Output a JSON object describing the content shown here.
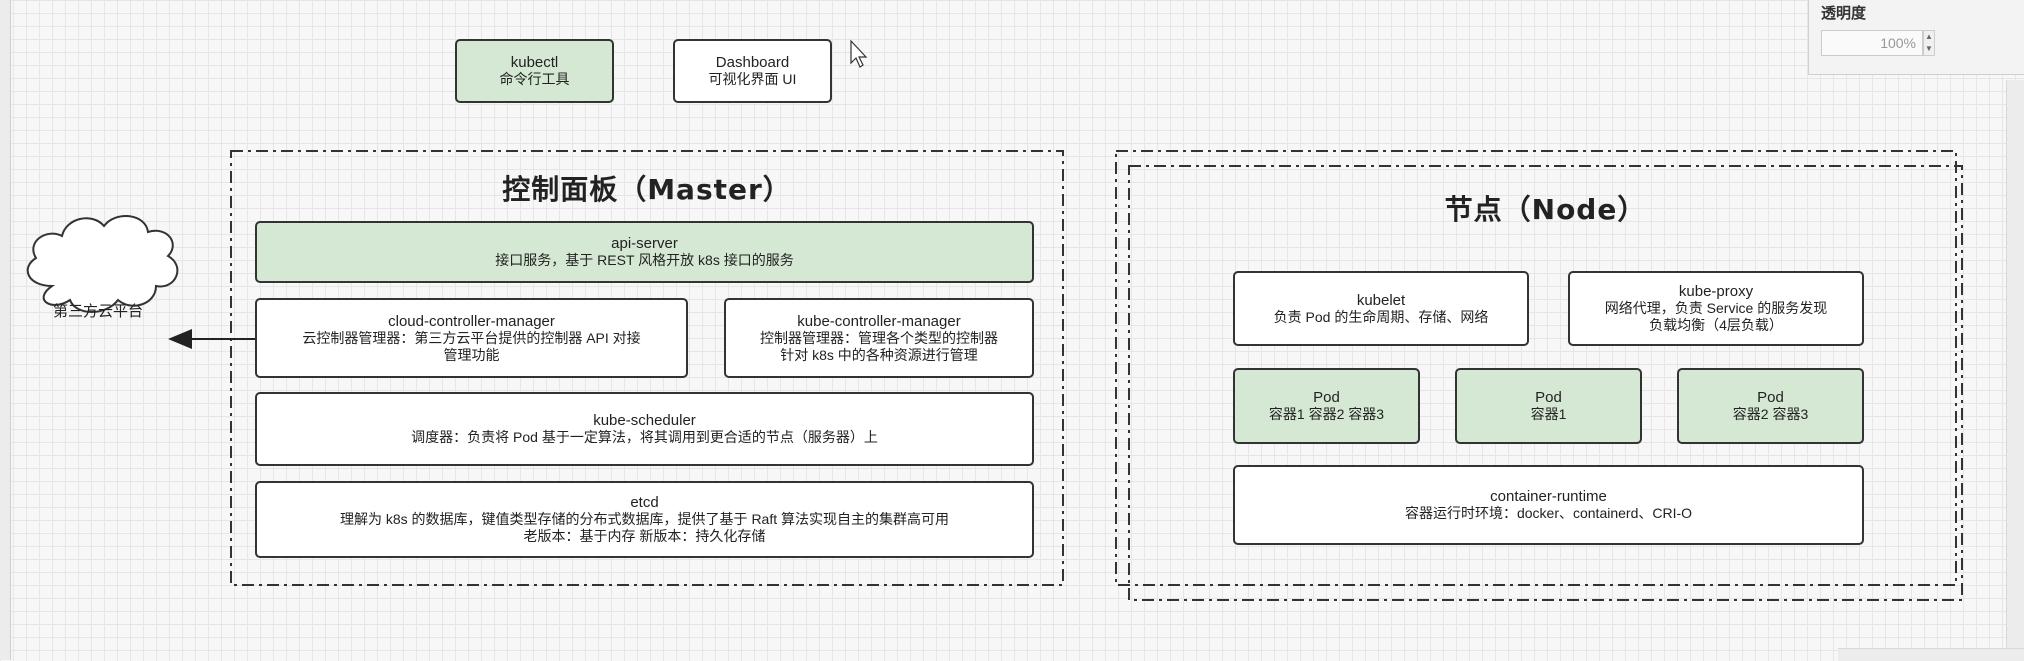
{
  "tools": {
    "kubectl": {
      "title": "kubectl",
      "desc": "命令行工具"
    },
    "dashboard": {
      "title": "Dashboard",
      "desc": "可视化界面 UI"
    }
  },
  "cloud": {
    "label": "第三方云平台"
  },
  "master": {
    "title": "控制面板（Master）",
    "api_server": {
      "title": "api-server",
      "desc": "接口服务，基于 REST 风格开放 k8s 接口的服务"
    },
    "cloud_controller": {
      "title": "cloud-controller-manager",
      "desc": "云控制器管理器：第三方云平台提供的控制器 API 对接\n管理功能"
    },
    "kube_controller": {
      "title": "kube-controller-manager",
      "desc": "控制器管理器：管理各个类型的控制器\n针对 k8s 中的各种资源进行管理"
    },
    "scheduler": {
      "title": "kube-scheduler",
      "desc": "调度器：负责将 Pod 基于一定算法，将其调用到更合适的节点（服务器）上"
    },
    "etcd": {
      "title": "etcd",
      "desc": "理解为 k8s 的数据库，键值类型存储的分布式数据库，提供了基于 Raft 算法实现自主的集群高可用\n老版本：基于内存          新版本：持久化存储"
    }
  },
  "node": {
    "title": "节点（Node）",
    "kubelet": {
      "title": "kubelet",
      "desc": "负责 Pod 的生命周期、存储、网络"
    },
    "kube_proxy": {
      "title": "kube-proxy",
      "desc": "网络代理，负责 Service 的服务发现\n负载均衡（4层负载）"
    },
    "pods": [
      {
        "title": "Pod",
        "desc": "容器1   容器2   容器3"
      },
      {
        "title": "Pod",
        "desc": "容器1"
      },
      {
        "title": "Pod",
        "desc": "容器2   容器3"
      }
    ],
    "runtime": {
      "title": "container-runtime",
      "desc": "容器运行时环境：docker、containerd、CRI-O"
    }
  },
  "format_panel": {
    "label": "透明度",
    "value": "100%"
  },
  "colors": {
    "green_fill": "#d5e8d4",
    "border": "#333333",
    "canvas": "#f7f7f7"
  }
}
